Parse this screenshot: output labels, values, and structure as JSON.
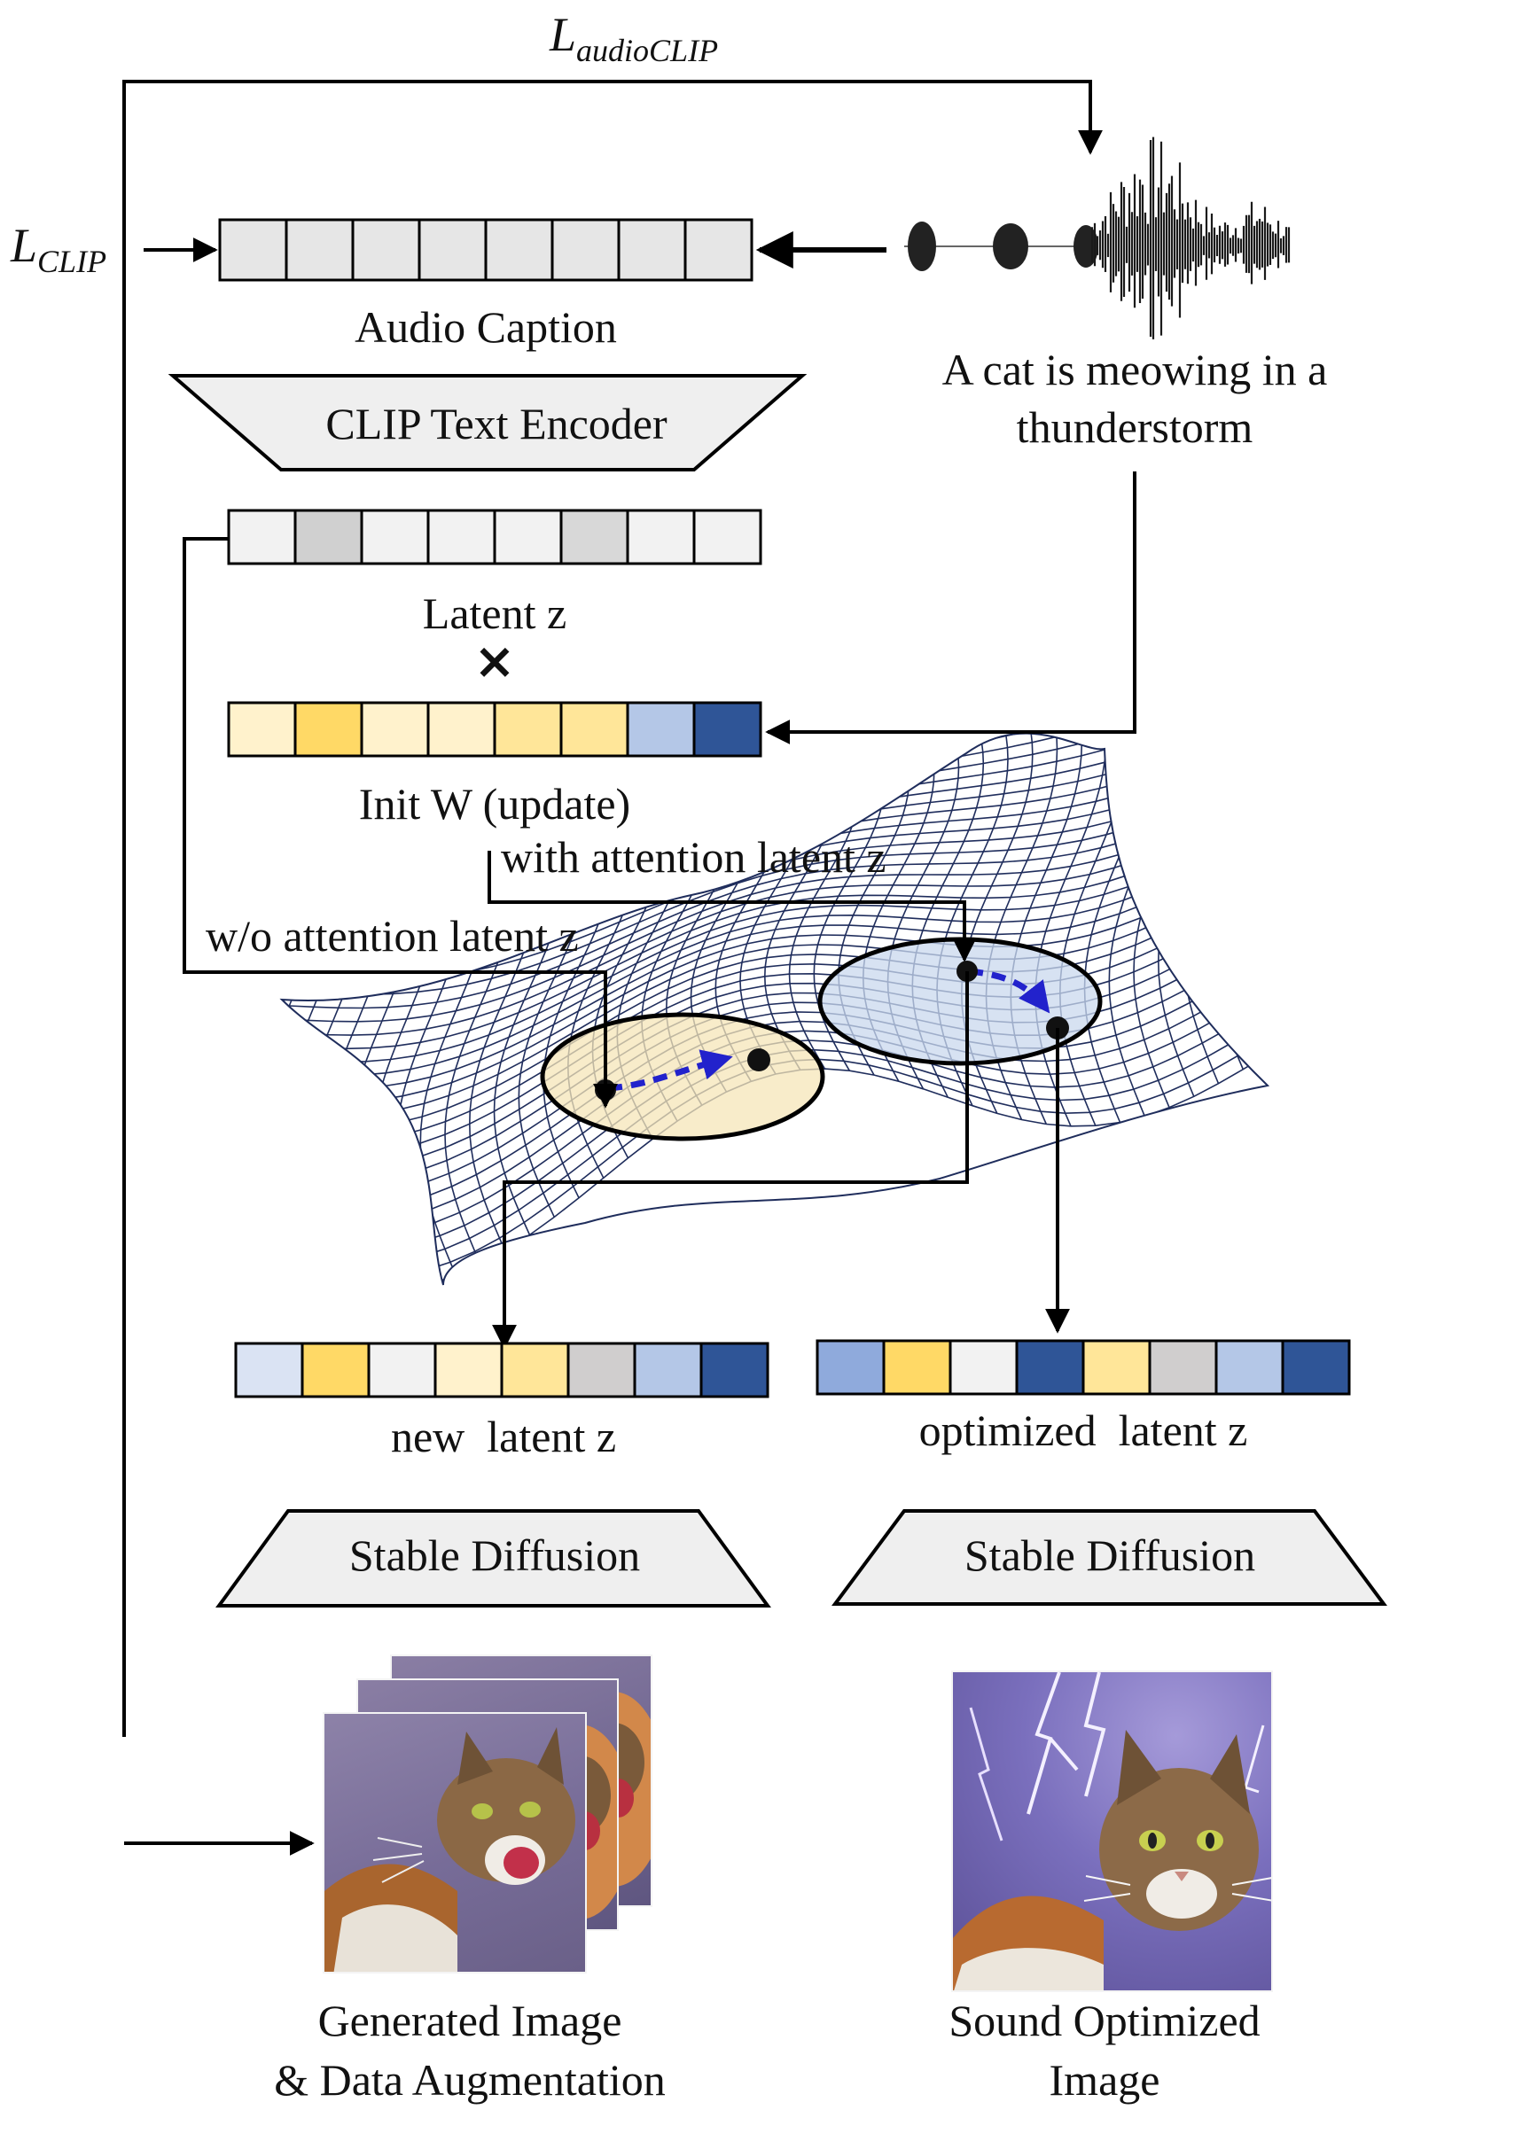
{
  "labels": {
    "loss_audio_base": "L",
    "loss_audio_sub": "audioCLIP",
    "loss_clip_base": "L",
    "loss_clip_sub": "CLIP",
    "audio_caption": "Audio Caption",
    "clip_text_encoder": "CLIP Text Encoder",
    "caption_text_line1": "A cat is meowing in a",
    "caption_text_line2": "thunderstorm",
    "latent_z": "Latent z",
    "multiply": "×",
    "init_w": "Init W (update)",
    "with_attention": "with attention latent z",
    "without_attention": "w/o attention latent z",
    "new_latent": "new  latent z",
    "optimized_latent": "optimized  latent z",
    "stable_diffusion_left": "Stable Diffusion",
    "stable_diffusion_right": "Stable Diffusion",
    "generated_line1": "Generated Image",
    "generated_line2": "& Data Augmentation",
    "sound_line1": "Sound Optimized",
    "sound_line2": "Image"
  },
  "colors": {
    "audio_caption_cells": [
      "#e6e6e6",
      "#e6e6e6",
      "#e6e6e6",
      "#e6e6e6",
      "#e6e6e6",
      "#e6e6e6",
      "#e6e6e6",
      "#e6e6e6"
    ],
    "latent_z_cells": [
      "#f2f2f2",
      "#d0d0d0",
      "#f2f2f2",
      "#f2f2f2",
      "#f2f2f2",
      "#d8d8d8",
      "#f2f2f2",
      "#f2f2f2"
    ],
    "init_w_cells": [
      "#fff2cc",
      "#ffd966",
      "#fff2cc",
      "#fff2cc",
      "#ffe699",
      "#ffe699",
      "#b4c7e7",
      "#2f5597"
    ],
    "new_latent_cells": [
      "#dae3f3",
      "#ffd966",
      "#f2f2f2",
      "#fff2cc",
      "#ffe699",
      "#d0cece",
      "#b4c7e7",
      "#2f5597"
    ],
    "optimized_latent_cells": [
      "#8faadc",
      "#ffd966",
      "#f2f2f2",
      "#2f5597",
      "#ffe699",
      "#d0cece",
      "#b4c7e7",
      "#2f5597"
    ],
    "trapezoid_fill": "#efefef",
    "mesh_stroke": "#1f2d5c",
    "left_ellipse_fill": "#f5e6b8",
    "right_ellipse_fill": "#c9d8ee",
    "path_arrow": "#2222cc"
  }
}
